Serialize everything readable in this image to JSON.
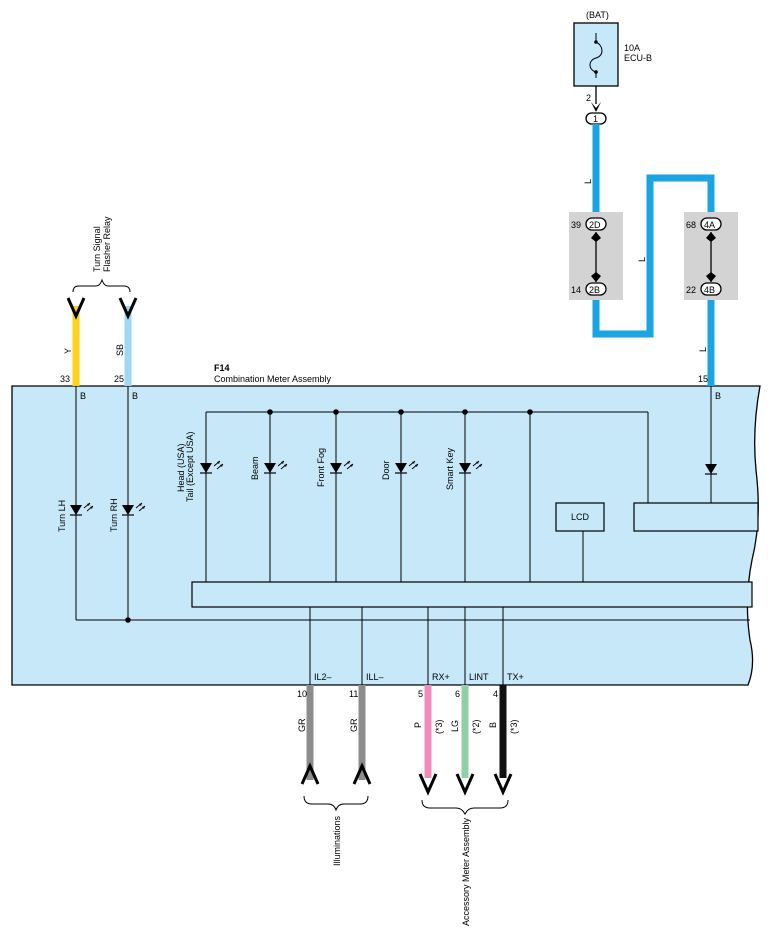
{
  "power": {
    "source": "(BAT)",
    "fuse_rating": "10A",
    "fuse_name": "ECU-B",
    "pin": "2",
    "connector": "1"
  },
  "junctions": [
    {
      "top_pin": "39",
      "top_connector": "2D",
      "bottom_pin": "14",
      "bottom_connector": "2B"
    },
    {
      "top_pin": "68",
      "top_connector": "4A",
      "bottom_pin": "22",
      "bottom_connector": "4B"
    }
  ],
  "meter": {
    "code": "F14",
    "name": "Combination Meter Assembly",
    "lcd": "LCD"
  },
  "relay": {
    "line1": "Turn Signal",
    "line2": "Flasher Relay"
  },
  "wires": {
    "blue_v1": "L",
    "blue_mid": "L",
    "blue_v2": "L",
    "yellow": "Y",
    "skyblue": "SB",
    "pin33": "33",
    "pin25": "25",
    "pin15": "15",
    "b1": "B",
    "b2": "B",
    "b3": "B"
  },
  "indicators": [
    "Turn LH",
    "Turn RH",
    "Head (USA)",
    "Tail (Except USA)",
    "Beam",
    "Front Fog",
    "Door",
    "Smart Key"
  ],
  "bottom_pins": [
    {
      "name": "IL2–",
      "pin": "10",
      "color": "GR",
      "note": ""
    },
    {
      "name": "ILL–",
      "pin": "11",
      "color": "GR",
      "note": ""
    },
    {
      "name": "RX+",
      "pin": "5",
      "color": "P",
      "note": "(*3)"
    },
    {
      "name": "LINT",
      "pin": "6",
      "color": "LG",
      "note": "(*2)"
    },
    {
      "name": "TX+",
      "pin": "4",
      "color": "B",
      "note": "(*3)"
    }
  ],
  "destinations": {
    "illum": "Illuminations",
    "accessory": "Accessory Meter Assembly"
  },
  "colors": {
    "panel": "#c6e8f8",
    "blue_wire": "#1aa4e2",
    "yellow_wire": "#ffd21a",
    "skyblue_wire": "#9ed8f4",
    "gray_wire": "#8c8c8c",
    "pink_wire": "#f18bbc",
    "green_wire": "#8fd0a6",
    "black_wire": "#111111",
    "junction_box": "#d3d3d3"
  }
}
